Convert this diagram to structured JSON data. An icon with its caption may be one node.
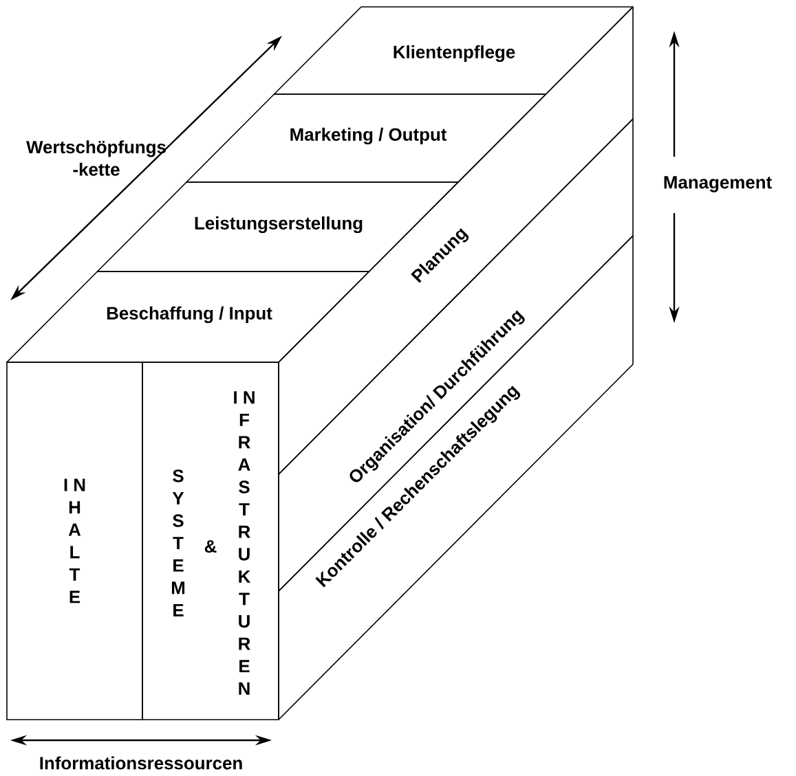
{
  "diagram": {
    "nodes": [
      {
        "text": [
          "Klientenpflege"
        ]
      },
      {
        "text": [
          "Marketing / Output"
        ]
      },
      {
        "text": [
          "Leistungserstellung"
        ]
      },
      {
        "text": [
          "Beschaffung / Input"
        ]
      },
      {
        "text": [
          "Planung"
        ]
      },
      {
        "text": [
          "Organisation/ Durchführung"
        ]
      },
      {
        "text": [
          "Kontrolle / Rechenschaftslegung"
        ]
      },
      {
        "text": [
          "I N H A L T E"
        ]
      },
      {
        "text": [
          "S Y S T E M E",
          "&",
          "I N F R A S T R U K T U R E N"
        ]
      }
    ],
    "labels": [
      "Wertschöpfungs -kette",
      "Management",
      "Informationsressourcen"
    ]
  }
}
